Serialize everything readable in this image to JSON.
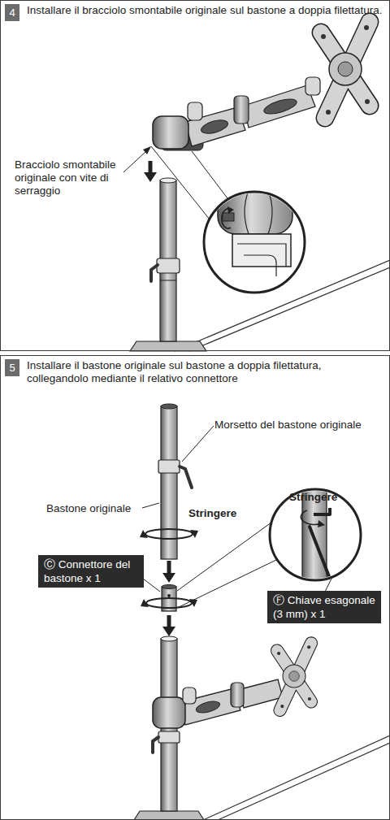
{
  "diagram": {
    "nodes": [
      {
        "text": [
          "Installare il bracciolo smontabile originale sul bastone a doppia filettatura."
        ]
      },
      {
        "text": [
          "4"
        ],
        "in": 0
      },
      {
        "text": [
          "Installare il bastone originale sul bastone a doppia filettatura, collegandolo mediante il relativo connettore"
        ]
      },
      {
        "text": [
          "5"
        ],
        "in": 2
      },
      {
        "text": [
          "Ⓒ Connettore del bastone x 1"
        ],
        "in": 2
      },
      {
        "text": [
          "Ⓕ Chiave esagonale (3 mm) x 1"
        ],
        "in": 2
      }
    ],
    "labels": [
      "Bracciolo smontabile originale con vite di serraggio",
      "Morsetto del bastone originale",
      "Bastone originale",
      "Stringere",
      "Stringere"
    ]
  }
}
